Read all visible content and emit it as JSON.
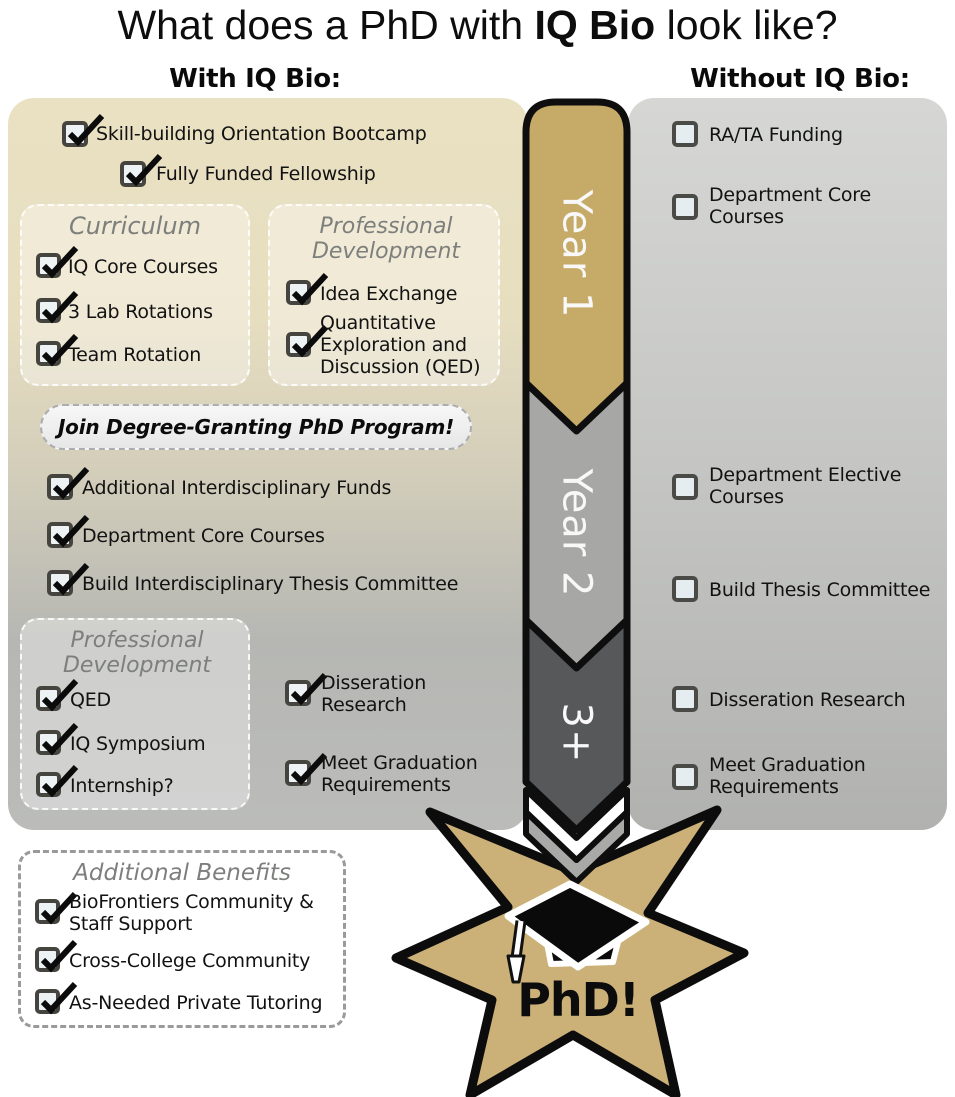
{
  "title": {
    "prefix": "What does a PhD with ",
    "highlight": "IQ Bio",
    "suffix": " look like?"
  },
  "headers": {
    "with": "With IQ Bio:",
    "without": "Without IQ Bio:"
  },
  "timeline": {
    "year1": "Year 1",
    "year2": "Year 2",
    "year3": "3+",
    "phd": "PhD!",
    "colors": {
      "year1": "#C6AA68",
      "year2": "#A7A8A6",
      "year3": "#57585A",
      "star": "#CBB078"
    }
  },
  "with_column": {
    "top_items": [
      "Skill-building Orientation Bootcamp",
      "Fully Funded Fellowship"
    ],
    "curriculum": {
      "title": "Curriculum",
      "items": [
        "IQ Core Courses",
        "3 Lab Rotations",
        "Team Rotation"
      ]
    },
    "prof_dev_year1": {
      "title": "Professional Development",
      "items": [
        "Idea Exchange",
        "Quantitative Exploration and Discussion (QED)"
      ]
    },
    "join_banner": "Join Degree-Granting PhD Program!",
    "year2_items": [
      "Additional Interdisciplinary Funds",
      "Department Core Courses",
      "Build Interdisciplinary Thesis Committee"
    ],
    "prof_dev_year2": {
      "title": "Professional Development",
      "items": [
        "QED",
        "IQ Symposium",
        "Internship?"
      ]
    },
    "year3_items": [
      "Disseration Research",
      "Meet Graduation Requirements"
    ]
  },
  "without_column": {
    "items": [
      "RA/TA Funding",
      "Department Core Courses",
      "Department Elective Courses",
      "Build Thesis Committee",
      "Disseration Research",
      "Meet Graduation Requirements"
    ]
  },
  "additional_benefits": {
    "title": "Additional Benefits",
    "items": [
      "BioFrontiers Community & Staff Support",
      "Cross-College Community",
      "As-Needed Private Tutoring"
    ]
  }
}
